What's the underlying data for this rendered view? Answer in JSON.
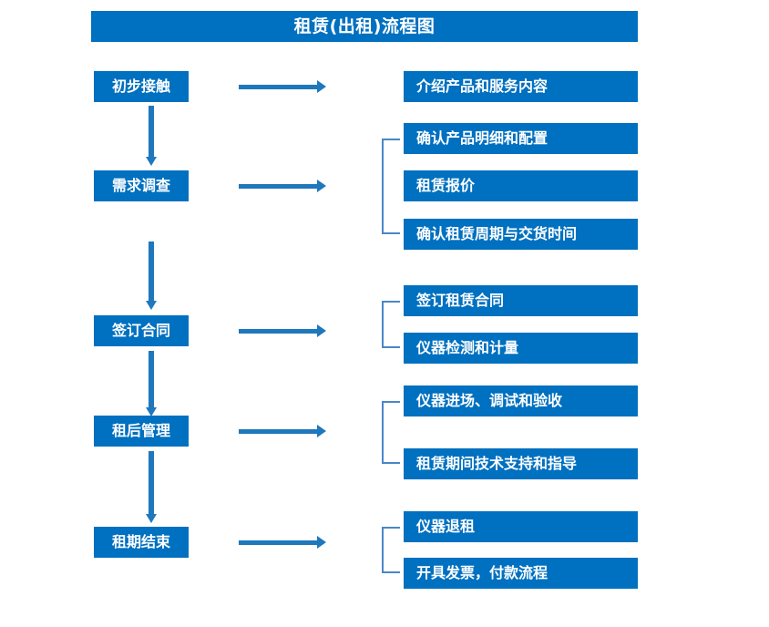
{
  "diagram": {
    "title": "租赁(出租)流程图",
    "colors": {
      "box_blue": "#0070C0",
      "arrow_blue": "#1F77BC",
      "bracket_blue": "#4A86C8",
      "text_white": "#FFFFFF",
      "background": "#FFFFFF"
    },
    "type": "flowchart",
    "stages": [
      {
        "id": "stage-1",
        "label": "初步接触"
      },
      {
        "id": "stage-2",
        "label": "需求调查"
      },
      {
        "id": "stage-3",
        "label": "签订合同"
      },
      {
        "id": "stage-4",
        "label": "租后管理"
      },
      {
        "id": "stage-5",
        "label": "租期结束"
      }
    ],
    "details": [
      {
        "id": "detail-1",
        "label": "介绍产品和服务内容"
      },
      {
        "id": "detail-2",
        "label": "确认产品明细和配置"
      },
      {
        "id": "detail-3",
        "label": "租赁报价"
      },
      {
        "id": "detail-4",
        "label": "确认租赁周期与交货时间"
      },
      {
        "id": "detail-5",
        "label": "签订租赁合同"
      },
      {
        "id": "detail-6",
        "label": "仪器检测和计量"
      },
      {
        "id": "detail-7",
        "label": "仪器进场、调试和验收"
      },
      {
        "id": "detail-8",
        "label": "租赁期间技术支持和指导"
      },
      {
        "id": "detail-9",
        "label": "仪器退租"
      },
      {
        "id": "detail-10",
        "label": "开具发票，付款流程"
      }
    ],
    "groups": [
      {
        "stage": "需求调查",
        "details": [
          "确认产品明细和配置",
          "租赁报价",
          "确认租赁周期与交货时间"
        ]
      },
      {
        "stage": "签订合同",
        "details": [
          "签订租赁合同",
          "仪器检测和计量"
        ]
      },
      {
        "stage": "租后管理",
        "details": [
          "仪器进场、调试和验收",
          "租赁期间技术支持和指导"
        ]
      },
      {
        "stage": "租期结束",
        "details": [
          "仪器退租",
          "开具发票，付款流程"
        ]
      }
    ]
  }
}
